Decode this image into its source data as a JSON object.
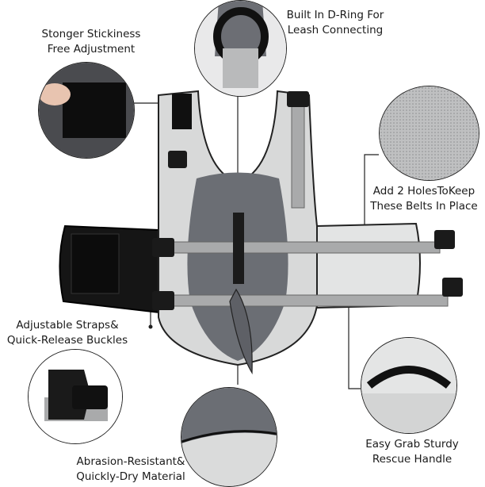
{
  "callouts": {
    "velcro": {
      "line1": "Stonger Stickiness",
      "line2": "Free Adjustment"
    },
    "d_ring": {
      "line1": "Built In D-Ring For",
      "line2": "Leash Connecting"
    },
    "holes": {
      "line1": "Add 2 HolesToKeep",
      "line2": "These Belts In Place"
    },
    "straps": {
      "line1": "Adjustable Straps&",
      "line2": "Quick-Release Buckles"
    },
    "material": {
      "line1": "Abrasion-Resistant&",
      "line2": "Quickly-Dry Material"
    },
    "handle": {
      "line1": "Easy Grab Sturdy",
      "line2": "Rescue Handle"
    }
  },
  "colors": {
    "vest_light": "#d8d9d9",
    "vest_dark": "#6b6e74",
    "strap": "#a9aaab",
    "black": "#151515"
  }
}
